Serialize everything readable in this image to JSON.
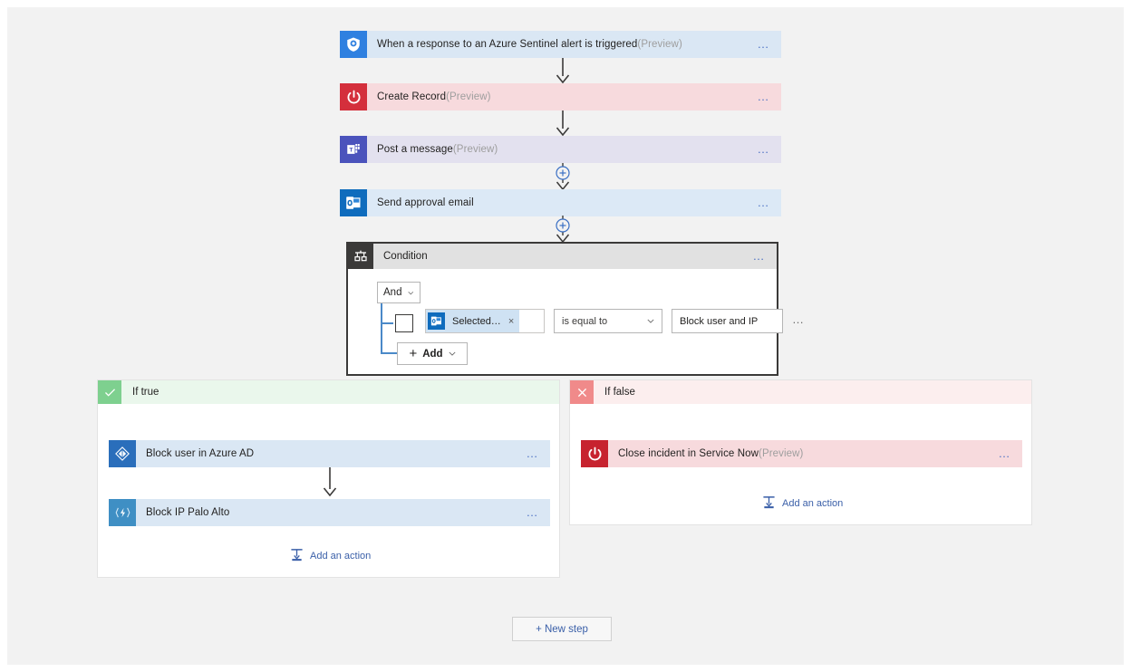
{
  "app": {
    "name": "Azure Logic Apps Designer"
  },
  "canvas": {
    "background": "#f2f2f2"
  },
  "steps": [
    {
      "id": "trigger",
      "title": "When a response to an Azure Sentinel alert is triggered",
      "preview": "(Preview)",
      "icon": "azure-sentinel-icon",
      "icon_bg": "#2f80e0",
      "card_bg": "#dae7f4",
      "menu": "…"
    },
    {
      "id": "create-record",
      "title": "Create Record",
      "preview": "(Preview)",
      "icon": "servicenow-power-icon",
      "icon_bg": "#d42f3c",
      "card_bg": "#f7dadd",
      "menu": "…"
    },
    {
      "id": "post-a-message",
      "title": "Post a message",
      "preview": "(Preview)",
      "icon": "microsoft-teams-icon",
      "icon_bg": "#4b53bc",
      "card_bg": "#e3e1ef",
      "menu": "…"
    },
    {
      "id": "send-approval-email",
      "title": "Send approval email",
      "preview": "",
      "icon": "outlook-icon",
      "icon_bg": "#0f6cbd",
      "card_bg": "#dce9f6",
      "menu": "…"
    }
  ],
  "condition": {
    "title": "Condition",
    "icon": "condition-branch-icon",
    "menu": "…",
    "operator": {
      "label": "And",
      "chevron": "∨"
    },
    "add": {
      "label": "Add",
      "plus": "+",
      "chevron": "∨"
    },
    "row": {
      "checkbox_checked": false,
      "token": {
        "icon": "outlook-icon",
        "label": "Selected…",
        "remove": "×"
      },
      "comparison": {
        "value": "is equal to",
        "chevron": "∨"
      },
      "value": "Block user and IP",
      "menu": "…"
    }
  },
  "branches": {
    "true": {
      "label": "If true",
      "mark": "check-icon",
      "actions": [
        {
          "title": "Block user in Azure AD",
          "icon": "azure-ad-icon",
          "icon_bg": "#2a6ebb",
          "card_bg": "#dae7f4",
          "menu": "…"
        },
        {
          "title": "Block IP Palo Alto",
          "icon": "palo-alto-icon",
          "icon_bg": "#3f8fc4",
          "card_bg": "#dae7f4",
          "menu": "…"
        }
      ],
      "add_action": "Add an action"
    },
    "false": {
      "label": "If false",
      "mark": "close-icon",
      "actions": [
        {
          "title": "Close incident in Service Now",
          "preview": "(Preview)",
          "icon": "servicenow-power-icon",
          "icon_bg": "#c7232f",
          "card_bg": "#f7dadd",
          "menu": "…"
        }
      ],
      "add_action": "Add an action"
    }
  },
  "footer": {
    "new_step": "+ New step"
  },
  "colors": {
    "accent_blue": "#3a5fa8",
    "true_green": "#7ed08f",
    "false_red": "#f08a8a",
    "connector": "#3b3a39"
  }
}
